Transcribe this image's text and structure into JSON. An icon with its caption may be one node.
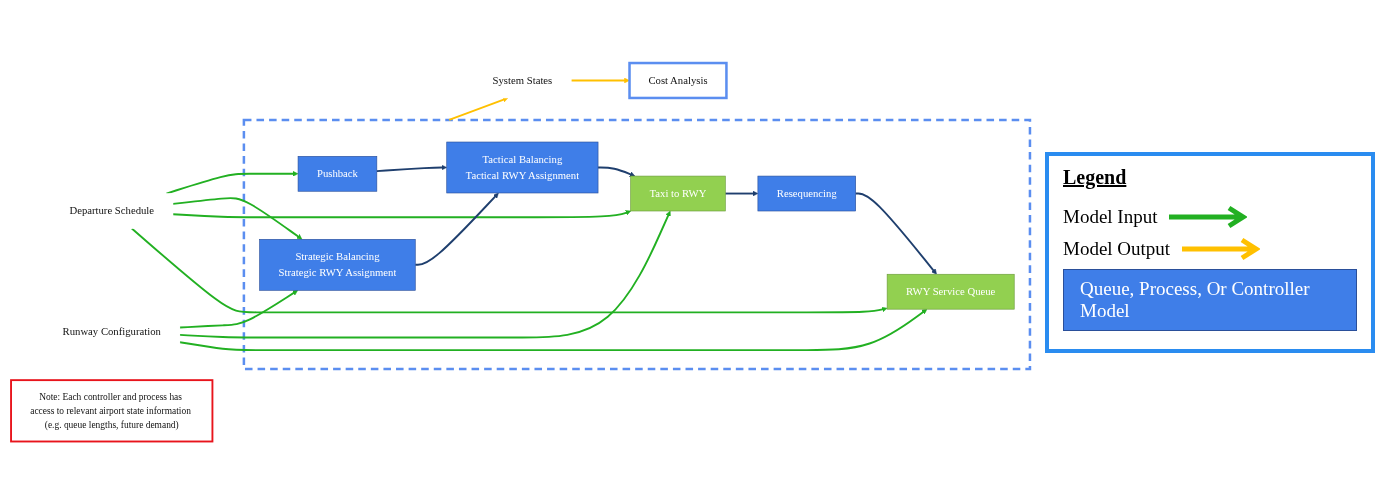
{
  "diagram": {
    "nodes": [
      {
        "text": [
          "Departure Schedule"
        ]
      },
      {
        "text": [
          "Runway Configuration"
        ]
      },
      {
        "text": [],
        "shape": "box"
      },
      {
        "text": [
          "Pushback"
        ],
        "in": 2
      },
      {
        "text": [
          "Tactical Balancing",
          "Tactical RWY Assignment"
        ],
        "in": 2
      },
      {
        "text": [
          "Taxi to RWY"
        ],
        "in": 2
      },
      {
        "text": [
          "Strategic Balancing",
          "Strategic RWY Assignment"
        ],
        "in": 2
      },
      {
        "text": [
          "RWY Service Queue"
        ],
        "in": 2
      },
      {
        "text": [
          "Resequencing"
        ],
        "in": 2
      },
      {
        "text": [
          "System States"
        ]
      },
      {
        "text": [
          "Cost Analysis"
        ]
      },
      {
        "text": [
          "Note: Each controller and process has access to relevant airport state information (e.g. queue lengths, future demand)"
        ]
      }
    ],
    "edges": [
      {
        "from": 0,
        "to": 3,
        "arrow": "to"
      },
      {
        "from": 0,
        "to": 6,
        "arrow": "to"
      },
      {
        "from": 0,
        "to": 5,
        "arrow": "to"
      },
      {
        "from": 0,
        "to": 7,
        "arrow": "to"
      },
      {
        "from": 1,
        "to": 6,
        "arrow": "to"
      },
      {
        "from": 1,
        "to": 5,
        "arrow": "to"
      },
      {
        "from": 1,
        "to": 7,
        "arrow": "to"
      },
      {
        "from": 3,
        "to": 4,
        "arrow": "to",
        "color": "#1f3f6e"
      },
      {
        "from": 6,
        "to": 4,
        "arrow": "to",
        "color": "#1f3f6e"
      },
      {
        "from": 4,
        "to": 5,
        "arrow": "to",
        "color": "#1f3f6e"
      },
      {
        "from": 5,
        "to": 8,
        "arrow": "to",
        "color": "#1f3f6e"
      },
      {
        "from": 8,
        "to": 7,
        "arrow": "to",
        "color": "#1f3f6e"
      },
      {
        "from": 2,
        "to": 9,
        "arrow": "to",
        "color": "#ffc000"
      },
      {
        "from": 9,
        "to": 10,
        "arrow": "to",
        "color": "#ffc000"
      }
    ],
    "labels": [
      "Legend"
    ],
    "legend": [
      {
        "text": "Model Input"
      },
      {
        "text": "Model Output"
      },
      {
        "text": "Queue, Process, Or Controller Model"
      }
    ]
  }
}
